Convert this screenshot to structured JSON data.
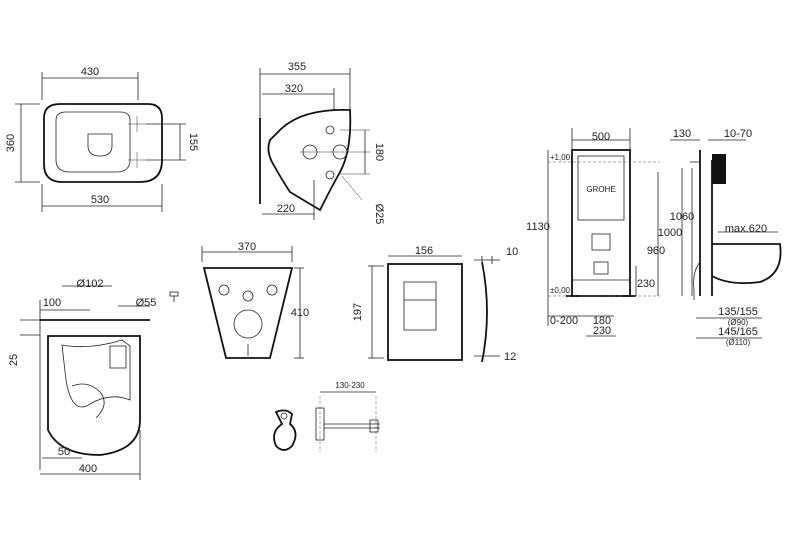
{
  "top_view": {
    "width": "430",
    "depth": "360",
    "length": "530",
    "hole_spacing": "155"
  },
  "side_view": {
    "overall": "355",
    "mid": "320",
    "front": "220",
    "bolt_spacing": "180",
    "bolt_diameter": "Ø25"
  },
  "toilet_section": {
    "drain": "Ø102",
    "inlet": "Ø55",
    "offset_100": "100",
    "height_25": "25",
    "offset_50": "50",
    "length": "400"
  },
  "gasket_plate": {
    "width": "370",
    "height": "410"
  },
  "flush_plate": {
    "width": "156",
    "height": "197",
    "depth": "10",
    "frame": "12"
  },
  "frame_front": {
    "width": "500",
    "height": "1130",
    "plus_one": "+1,00",
    "plus_zero": "±0,00",
    "floor_range": "0-200",
    "d180": "180",
    "d230": "230",
    "d230b": "230",
    "d960": "960",
    "d1000": "1000",
    "brand": "GROHE"
  },
  "frame_side": {
    "d130": "130",
    "range": "10-70",
    "d1060": "1060",
    "max": "max.620",
    "r1": "135/155",
    "r1_dia": "(Ø90)",
    "r2": "145/165",
    "r2_dia": "(Ø110)"
  },
  "pipe_detail": {
    "range": "130-230"
  }
}
